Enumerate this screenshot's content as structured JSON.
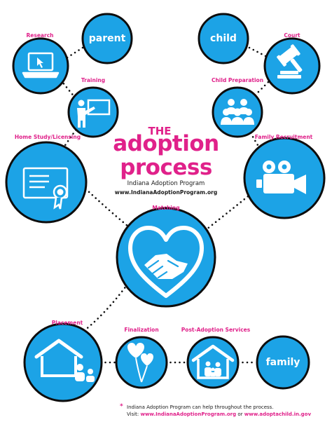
{
  "title": {
    "the": "THE",
    "line1": "adoption",
    "line2": "process",
    "program": "Indiana Adoption Program",
    "url": "www.IndianaAdoptionProgram.org"
  },
  "steps": {
    "parent": "parent",
    "child": "child",
    "research": "Research",
    "court": "Court",
    "training": "Training",
    "child_preparation": "Child Preparation",
    "home_study": "Home Study/Licensing",
    "family_recruitment": "Family Recruitment",
    "matching": "Matching",
    "placement": "Placement",
    "finalization": "Finalization",
    "post_adoption": "Post-Adoption Services",
    "family": "family"
  },
  "footnote": {
    "star": "*",
    "line1": "Indiana Adoption Program can help throughout the process.",
    "visit": "Visit: ",
    "url1": "www.IndianaAdoptionProgram.org",
    "or": " or ",
    "url2": "www.adoptachild.in.gov"
  },
  "colors": {
    "circle_fill": "#1ca3e6",
    "circle_stroke": "#0d0d0d",
    "accent_pink": "#e0218a",
    "icon_white": "#ffffff"
  }
}
